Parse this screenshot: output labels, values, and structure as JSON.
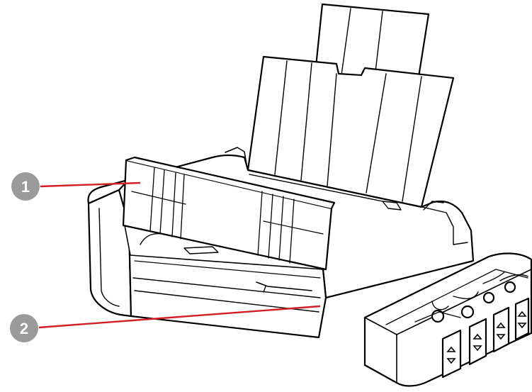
{
  "callouts": [
    {
      "number": "1"
    },
    {
      "number": "2"
    }
  ],
  "colors": {
    "line": "#000000",
    "callout_circle": "#9a9a9a",
    "callout_text": "#ffffff",
    "leader": "#d21f26",
    "body": "#ffffff"
  },
  "icons": [
    "printer-illustration",
    "ink-tank-arrows-icon"
  ]
}
